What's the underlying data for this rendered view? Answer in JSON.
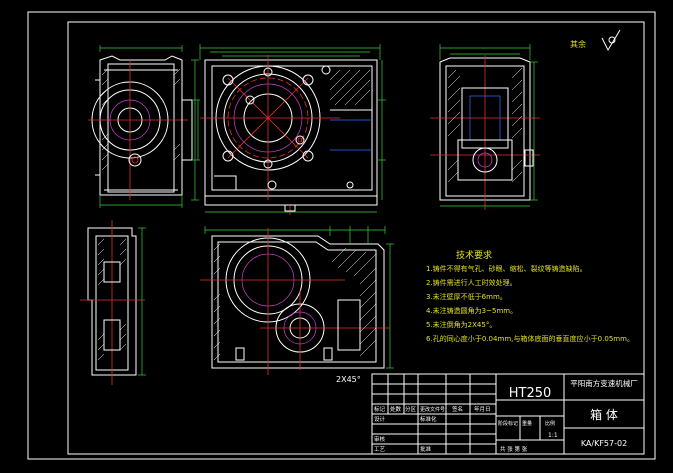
{
  "drawing": {
    "roughness_note": "其余",
    "tech_title": "技术要求",
    "tech_items": [
      "1.铸件不得有气孔、砂眼、缩松、裂纹等铸造缺陷。",
      "2.铸件需进行人工时效处理。",
      "3.未注壁厚不低于6mm。",
      "4.未注铸造圆角为3~5mm。",
      "5.未注倒角为2X45°。",
      "6.孔的同心度小于0.04mm,与箱体底面的垂直度应小于0.05mm。"
    ],
    "chamfer_label": "2X45°",
    "title_block": {
      "material": "HT250",
      "company": "平阳南方变速机械厂",
      "part_name": "箱 体",
      "drawing_no": "KA/KF57-02",
      "scale": "1:1",
      "headers": [
        "标记",
        "处数",
        "分区",
        "更改文件号",
        "签名",
        "年月日"
      ],
      "row_design": "设计",
      "row_standard": "标准化",
      "row_audit": "审核",
      "row_craft": "工艺",
      "row_approve": "批准",
      "stage_label": "阶段标记",
      "weight_label": "重量",
      "scale_label": "比例",
      "sheets_label": "共  张  第  张"
    }
  },
  "colors": {
    "background": "#000000",
    "outline": "#ffffff",
    "centerline": "#e03030",
    "dimension": "#3ad03a",
    "hidden": "#2f6fff",
    "text": "#e0e020"
  }
}
